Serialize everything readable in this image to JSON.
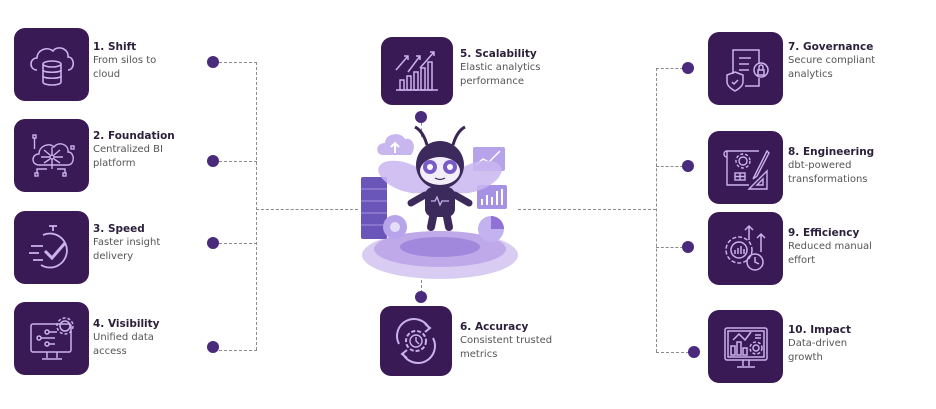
{
  "diagram": {
    "center": {
      "name": "bee-mascot",
      "description": "Purple bee mascot floating over cloud with servers and charts"
    },
    "steps": [
      {
        "num": "1.",
        "title": "Shift",
        "desc": "From silos to\ncloud",
        "icon": "cloud-database-icon"
      },
      {
        "num": "2.",
        "title": "Foundation",
        "desc": "Centralized BI\nplatform",
        "icon": "cloud-network-icon"
      },
      {
        "num": "3.",
        "title": "Speed",
        "desc": "Faster insight\ndelivery",
        "icon": "stopwatch-check-icon"
      },
      {
        "num": "4.",
        "title": "Visibility",
        "desc": "Unified data\naccess",
        "icon": "monitor-gear-icon"
      },
      {
        "num": "5.",
        "title": "Scalability",
        "desc": "Elastic analytics\nperformance",
        "icon": "growth-chart-icon"
      },
      {
        "num": "6.",
        "title": "Accuracy",
        "desc": "Consistent trusted\nmetrics",
        "icon": "gear-clock-cycle-icon"
      },
      {
        "num": "7.",
        "title": "Governance",
        "desc": "Secure compliant\nanalytics",
        "icon": "document-lock-shield-icon"
      },
      {
        "num": "8. ",
        "title": "Engineering",
        "desc": "dbt-powered\ntransformations",
        "icon": "blueprint-gear-icon"
      },
      {
        "num": "9.",
        "title": "Efficiency",
        "desc": "Reduced manual\neffort",
        "icon": "gear-clock-arrows-icon"
      },
      {
        "num": "10.",
        "title": "Impact",
        "desc": "Data-driven\ngrowth",
        "icon": "monitor-analytics-icon"
      }
    ],
    "colors": {
      "tile": "#3a1a55",
      "icon_stroke": "#c9b3ee",
      "dot": "#4a2a7a",
      "connector": "#8a8a8a"
    }
  }
}
